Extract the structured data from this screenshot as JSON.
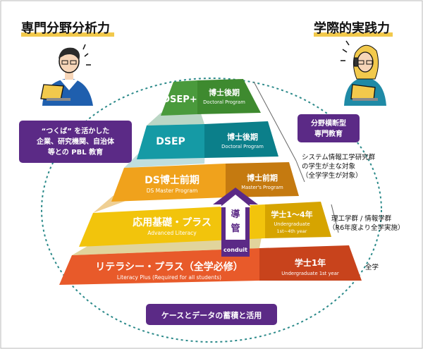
{
  "headings": {
    "left": "専門分野分析力",
    "right": "学際的実践力"
  },
  "colors": {
    "purple": "#5b2a86",
    "accent_yellow": "#f2c94c",
    "level_dsep_plus": "#4a9a3c",
    "level_dsep": "#159aa5",
    "level_ds_master": "#f0a21c",
    "level_advanced": "#f2c40c",
    "level_literacy": "#e85a2a",
    "dashed_circle": "#2c8a8a"
  },
  "levels": [
    {
      "id": "dsep-plus",
      "left_title": "DSEP+",
      "right_title": "博士後期",
      "right_sub": "Doctoral Program"
    },
    {
      "id": "dsep",
      "left_title": "DSEP",
      "right_title": "博士後期",
      "right_sub": "Doctoral Program"
    },
    {
      "id": "ds-master",
      "left_title": "DS博士前期",
      "left_sub": "DS Master Program",
      "right_title": "博士前期",
      "right_sub": "Master's Program"
    },
    {
      "id": "advanced",
      "left_title": "応用基礎・プラス",
      "left_sub": "Advanced Literacy",
      "right_title": "学士1～4年",
      "right_sub": "Undergraduate",
      "right_sub2": "1st~4th year"
    },
    {
      "id": "literacy",
      "left_title": "リテラシー・プラス（全学必修）",
      "left_sub": "Literacy Plus (Required for all students)",
      "right_title": "学士1年",
      "right_sub": "Undergraduate 1st year"
    }
  ],
  "conduit": {
    "char1": "導",
    "char2": "管",
    "label": "conduit"
  },
  "boxes": {
    "left_box": [
      "“つくば” を活かした",
      "企業、研究機関、自治体",
      "等との PBL 教育"
    ],
    "right_box": [
      "分野横断型",
      "専門教育"
    ],
    "bottom_box": "ケースとデータの蓄積と活用"
  },
  "annotations": {
    "grad": [
      "システム情報工学研究群",
      "の学生が主な対象",
      "（全学学生が対象）"
    ],
    "undergrad": [
      "理工学群 / 情報学群",
      "（R6年度より全学実施）"
    ],
    "all": "全学"
  },
  "icons": {
    "left_person": "man-with-laptop-icon",
    "right_person": "woman-with-laptop-and-phone-icon"
  }
}
